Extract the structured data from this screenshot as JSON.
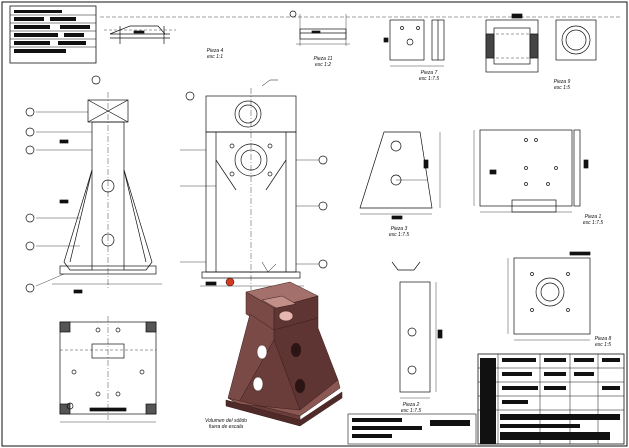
{
  "drawing": {
    "views": [
      {
        "id": "pieza-4",
        "title": "Pieza 4",
        "scale": "esc 1:1"
      },
      {
        "id": "pieza-11",
        "title": "Pieza 11",
        "scale": "esc 1:2"
      },
      {
        "id": "pieza-7",
        "title": "Pieza 7",
        "scale": "esc 1:7.5"
      },
      {
        "id": "pieza-9",
        "title": "Pieza 9",
        "scale": "esc 1:5"
      },
      {
        "id": "pieza-1",
        "title": "Pieza 1",
        "scale": "esc 1:7.5"
      },
      {
        "id": "pieza-3",
        "title": "Pieza 3",
        "scale": "esc 1:7.5"
      },
      {
        "id": "pieza-8",
        "title": "Pieza 8",
        "scale": "esc 1:5"
      },
      {
        "id": "pieza-2",
        "title": "Pieza 2",
        "scale": "esc 1:7.5"
      }
    ],
    "iso_caption": [
      "Volumen del sólido",
      "fuera de escala"
    ]
  },
  "colors": {
    "line": "#111111",
    "iso_body": "#7a4a47",
    "iso_dark": "#4f2a28",
    "iso_light": "#a3706b",
    "marker": "#d23a22"
  }
}
